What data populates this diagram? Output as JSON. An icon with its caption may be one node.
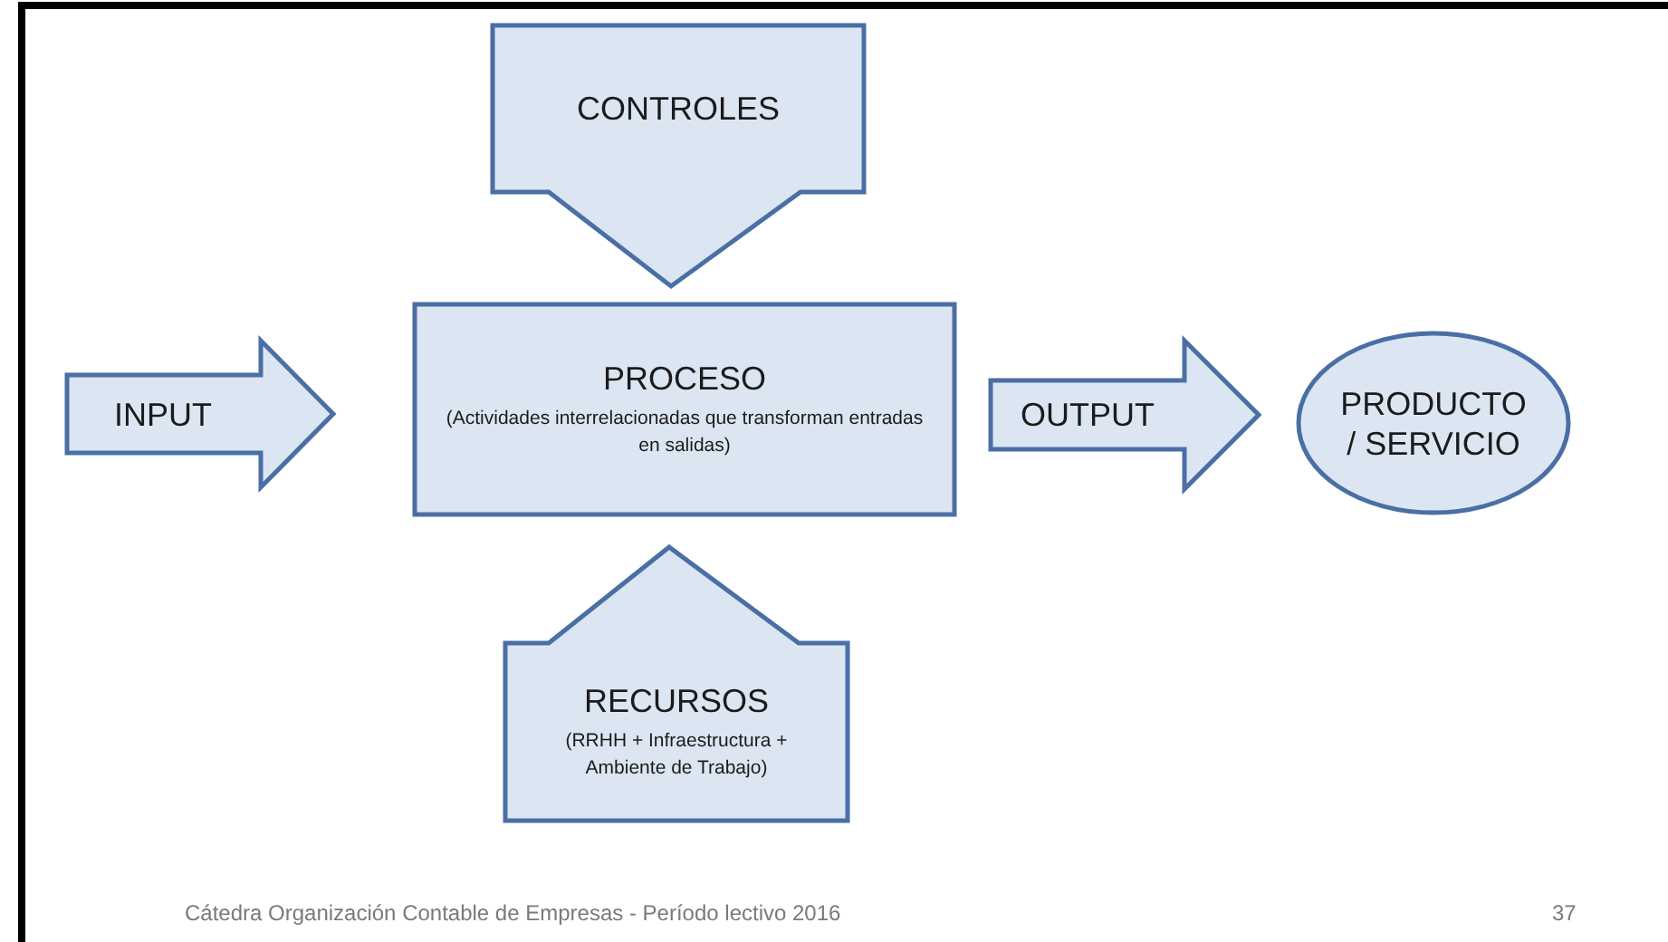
{
  "diagram": {
    "nodes": [
      {
        "text": [
          "CONTROLES"
        ]
      },
      {
        "text": [
          "INPUT"
        ]
      },
      {
        "text": [
          "PROCESO",
          "(Actividades interrelacionadas que transforman entradas en salidas)"
        ]
      },
      {
        "text": [
          "PRODUCTO / SERVICIO"
        ]
      },
      {
        "text": [
          "RECURSOS",
          "(RRHH + Infraestructura + Ambiente de Trabajo)"
        ]
      }
    ],
    "edges": [
      {
        "from": 2,
        "to": 3,
        "arrow": "to",
        "label": "OUTPUT",
        "style": "thick"
      }
    ],
    "labels": [
      "Cátedra Organización Contable de Empresas - Período lectivo 2016",
      "37"
    ]
  }
}
